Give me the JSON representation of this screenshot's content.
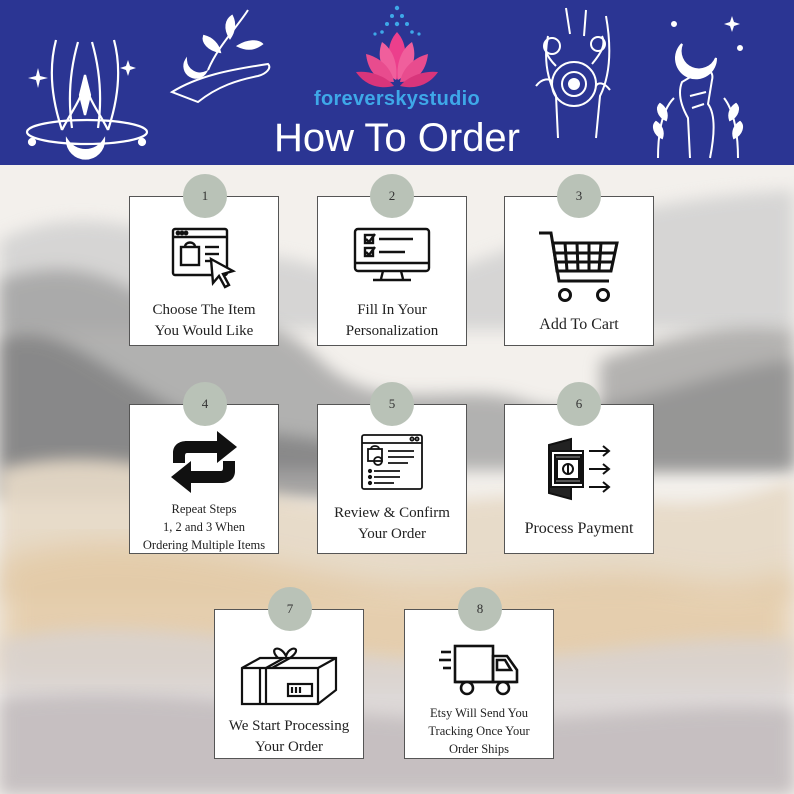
{
  "brand": "foreverskystudio",
  "title": "How To Order",
  "colors": {
    "header": "#2b3593",
    "brand": "#3ea8e8",
    "badge": "#b9c2b7"
  },
  "steps": [
    {
      "number": "1",
      "line1": "Choose The Item",
      "line2": "You Would Like",
      "icon": "browser-shopping-bag-icon"
    },
    {
      "number": "2",
      "line1": "Fill In Your",
      "line2": "Personalization",
      "icon": "monitor-checklist-icon"
    },
    {
      "number": "3",
      "line1": "Add To Cart",
      "icon": "shopping-cart-icon"
    },
    {
      "number": "4",
      "line1": "Repeat Steps",
      "line2": "1, 2 and 3 When",
      "line3": "Ordering Multiple Items",
      "icon": "repeat-arrows-icon"
    },
    {
      "number": "5",
      "line1": "Review & Confirm",
      "line2": "Your Order",
      "icon": "browser-review-icon"
    },
    {
      "number": "6",
      "line1": "Process Payment",
      "icon": "wallet-payment-icon"
    },
    {
      "number": "7",
      "line1": "We Start Processing",
      "line2": "Your Order",
      "icon": "package-icon"
    },
    {
      "number": "8",
      "line1": "Etsy Will Send You",
      "line2": "Tracking Once Your",
      "line3": "Order Ships",
      "icon": "delivery-truck-icon"
    }
  ]
}
